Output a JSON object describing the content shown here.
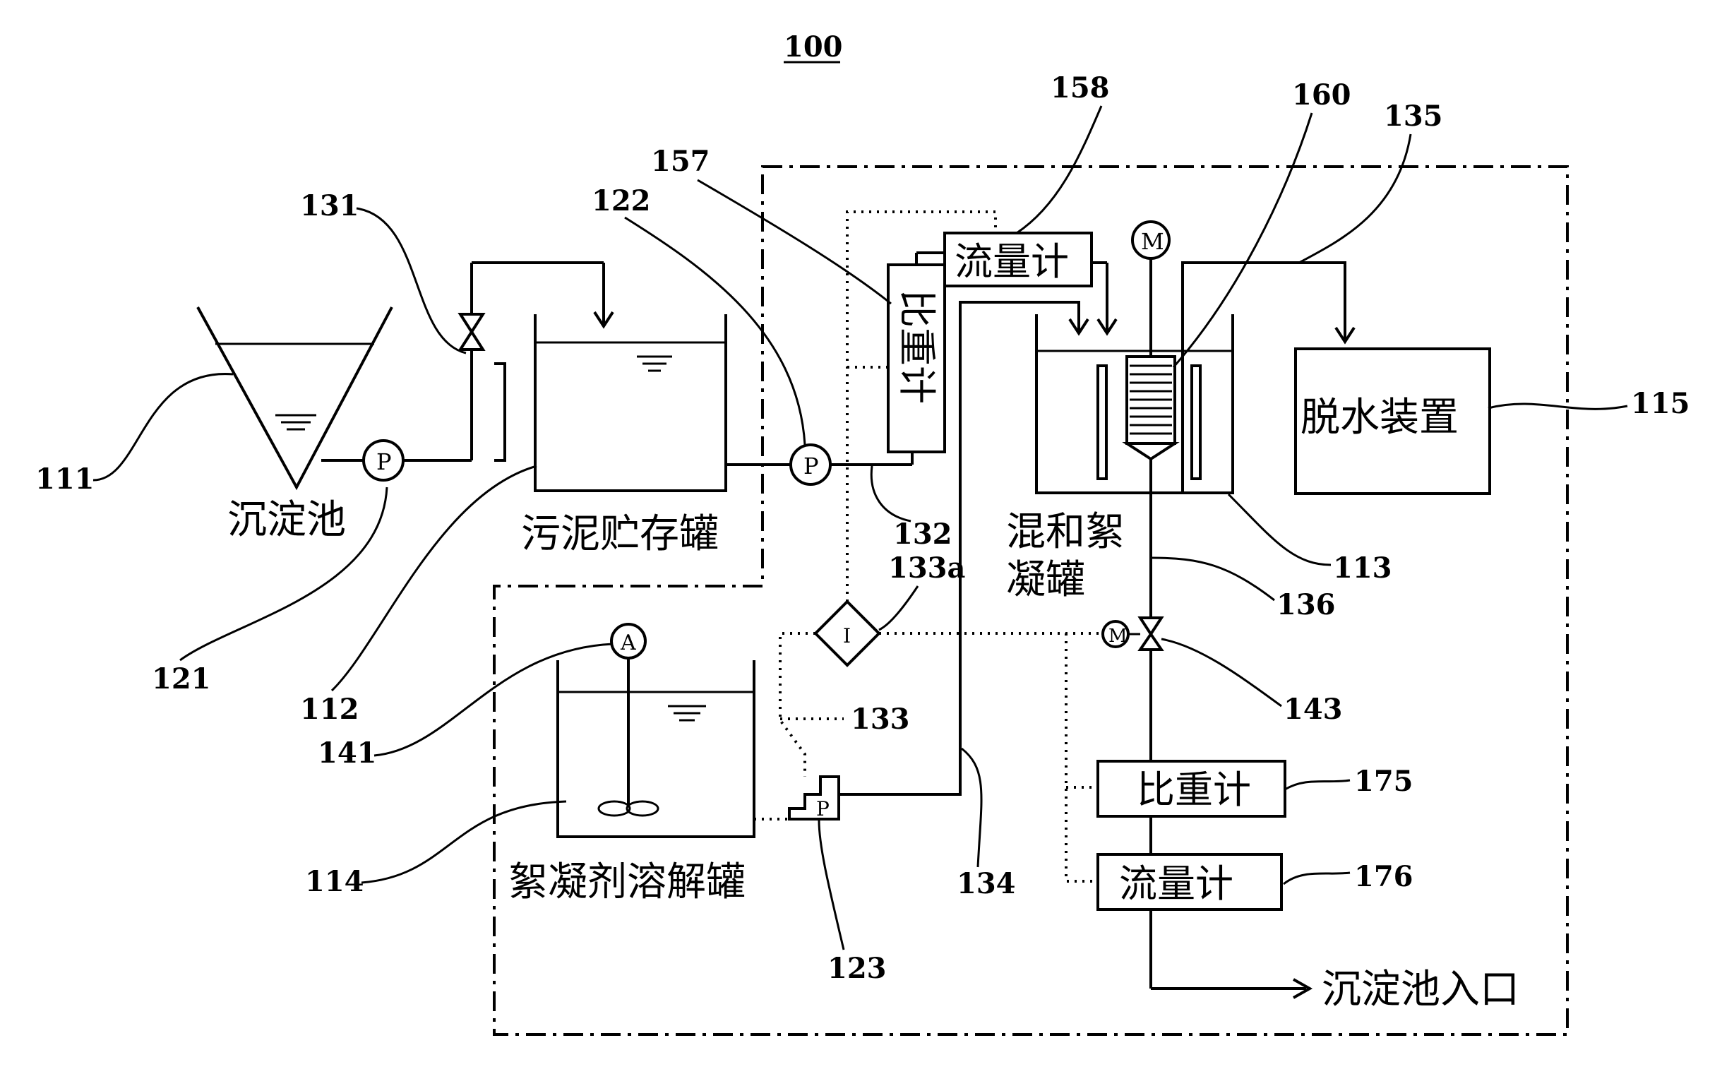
{
  "figure_number": "100",
  "labels": {
    "sedimentation_tank": "沉淀池",
    "sludge_storage_tank": "污泥贮存罐",
    "mixing_flocculation_tank_line1": "混和絮",
    "mixing_flocculation_tank_line2": "凝罐",
    "flocculant_dissolving_tank": "絮凝剂溶解罐",
    "dewatering_device": "脱水装置",
    "flowmeter_top": "流量计",
    "hydrometer_top": "比重计",
    "hydrometer_bottom": "比重计",
    "flowmeter_bottom": "流量计",
    "sedimentation_inlet": "沉淀池入口"
  },
  "symbols": {
    "pump": "P",
    "motor": "M",
    "agitator_motor": "A",
    "controller": "I"
  },
  "refs": {
    "r100": "100",
    "r111": "111",
    "r112": "112",
    "r113": "113",
    "r114": "114",
    "r115": "115",
    "r121": "121",
    "r122": "122",
    "r123": "123",
    "r131": "131",
    "r132": "132",
    "r133": "133",
    "r133a": "133a",
    "r134": "134",
    "r135": "135",
    "r136": "136",
    "r141": "141",
    "r143": "143",
    "r157": "157",
    "r158": "158",
    "r160": "160",
    "r175": "175",
    "r176": "176"
  }
}
